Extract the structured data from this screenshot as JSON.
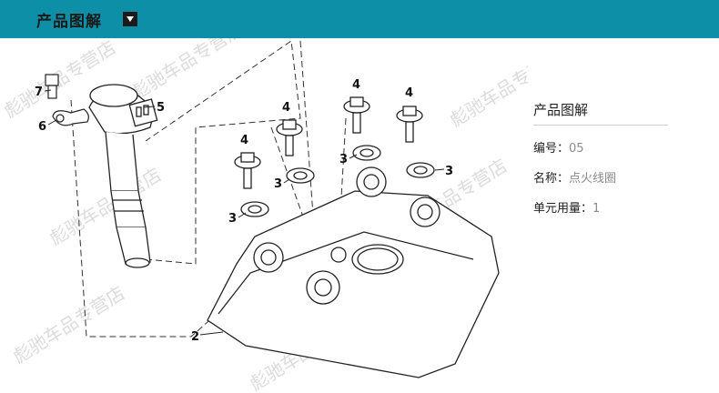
{
  "header": {
    "title": "产品图解"
  },
  "diagram": {
    "callouts": [
      "2",
      "3",
      "3",
      "3",
      "3",
      "4",
      "4",
      "4",
      "4",
      "5",
      "6",
      "7"
    ],
    "watermark": "彪驰车品专营店"
  },
  "info": {
    "title": "产品图解",
    "number_label": "编号：",
    "number_value": "05",
    "name_label": "名称：",
    "name_value": "点火线圈",
    "qty_label": "单元用量：",
    "qty_value": "1"
  }
}
